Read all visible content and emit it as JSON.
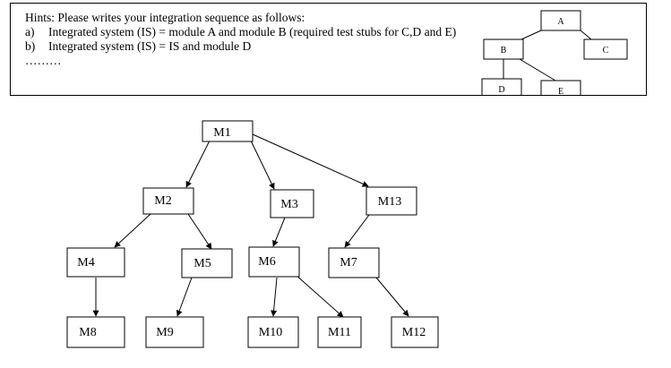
{
  "hints": {
    "title": "Hints: Please writes your integration sequence as follows:",
    "items": [
      {
        "label": "a)",
        "text": "Integrated system (IS) = module A and module B (required test stubs for C,D and E)"
      },
      {
        "label": "b)",
        "text": "Integrated system (IS) = IS and module D"
      }
    ],
    "ellipsis": "………"
  },
  "example_tree": {
    "nodes": {
      "A": "A",
      "B": "B",
      "C": "C",
      "D": "D",
      "E": "E"
    }
  },
  "main_tree": {
    "nodes": {
      "M1": "M1",
      "M2": "M2",
      "M3": "M3",
      "M13": "M13",
      "M4": "M4",
      "M5": "M5",
      "M6": "M6",
      "M7": "M7",
      "M8": "M8",
      "M9": "M9",
      "M10": "M10",
      "M11": "M11",
      "M12": "M12"
    }
  }
}
